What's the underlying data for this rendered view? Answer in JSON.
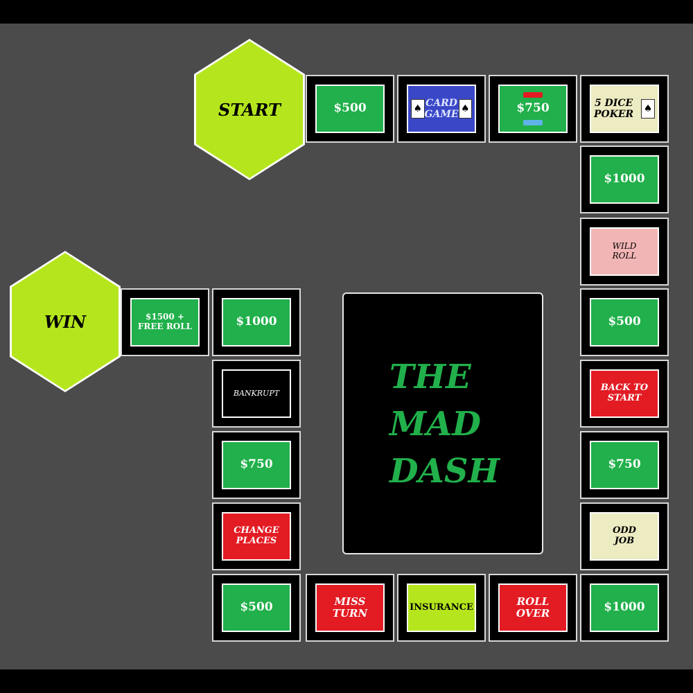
{
  "game": {
    "title_lines": [
      "THE",
      "MAD",
      "DASH"
    ],
    "start": "START",
    "win": "WIN",
    "spaces": {
      "top_500": "$500",
      "card_game_line1": "CARD",
      "card_game_line2": "GAME",
      "top_750": "$750",
      "dice_line1": "5 DICE",
      "dice_line2": "POKER",
      "right_1000": "$1000",
      "wild_line1": "WILD",
      "wild_line2": "ROLL",
      "right_500": "$500",
      "back_line1": "BACK TO",
      "back_line2": "START",
      "right_750": "$750",
      "odd_line1": "ODD",
      "odd_line2": "JOB",
      "corner_1000": "$1000",
      "roll_line1": "ROLL",
      "roll_line2": "OVER",
      "insurance": "INSURANCE",
      "miss_line1": "MISS",
      "miss_line2": "TURN",
      "bottom_500": "$500",
      "change_line1": "CHANGE",
      "change_line2": "PLACES",
      "left_750": "$750",
      "bankrupt": "BANKRUPT",
      "left_1000": "$1000",
      "bonus_line1": "$1500 +",
      "bonus_line2": "FREE ROLL"
    },
    "icons": [
      "card-icon",
      "spade-icon",
      "chip-icon"
    ]
  }
}
